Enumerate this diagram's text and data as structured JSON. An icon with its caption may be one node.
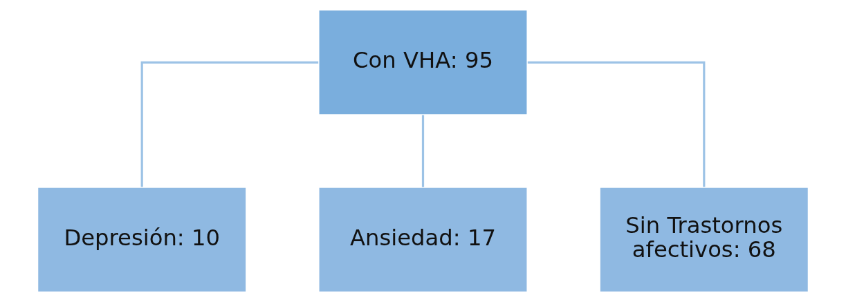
{
  "diagram": {
    "nodes": [
      {
        "text": [
          "Con VHA: 95"
        ]
      },
      {
        "text": [
          "Depresión: 10"
        ]
      },
      {
        "text": [
          "Ansiedad: 17"
        ]
      },
      {
        "text": [
          "Sin Trastornos afectivos: 68"
        ]
      }
    ],
    "edges": [
      {
        "from": 0,
        "to": 1,
        "arrow": "none"
      },
      {
        "from": 0,
        "to": 2,
        "arrow": "none"
      },
      {
        "from": 0,
        "to": 3,
        "arrow": "none"
      }
    ]
  }
}
